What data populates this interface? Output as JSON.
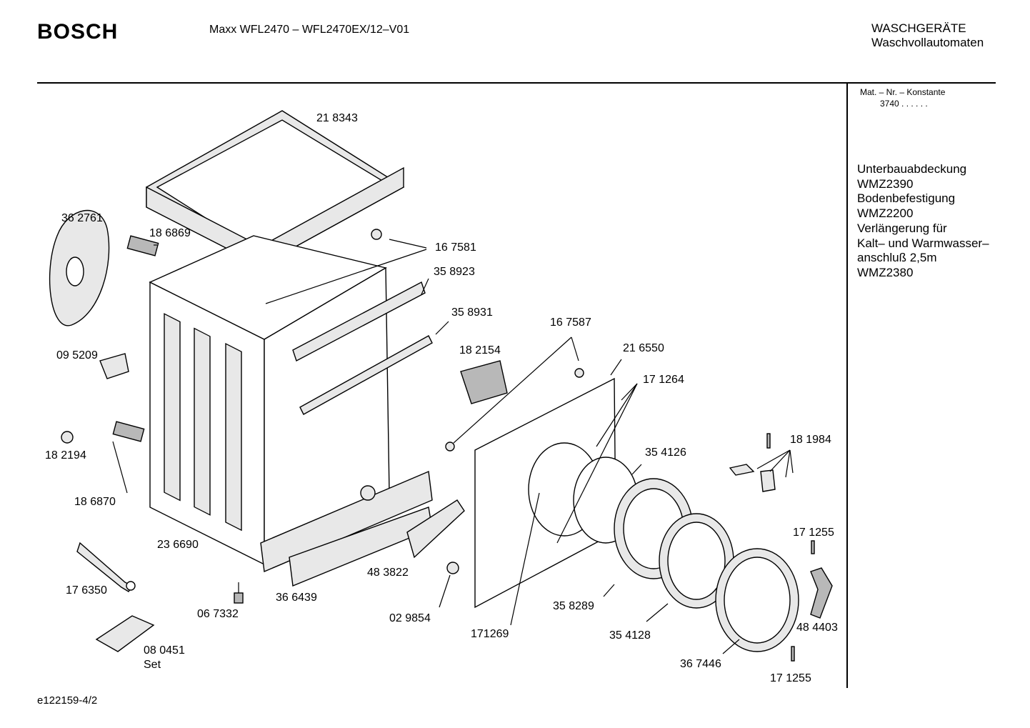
{
  "header": {
    "brand": "BOSCH",
    "model": "Maxx WFL2470 – WFL2470EX/12–V01",
    "category_line1": "WASCHGERÄTE",
    "category_line2": "Waschvollautomaten"
  },
  "sidebar": {
    "mat_label": "Mat. – Nr. – Konstante",
    "mat_value": "3740  .  .    .  .  .  .",
    "accessories": [
      "Unterbauabdeckung",
      "WMZ2390",
      "Bodenbefestigung",
      "WMZ2200",
      "Verlängerung für",
      "Kalt– und Warmwasser–",
      "anschluß 2,5m",
      "WMZ2380"
    ]
  },
  "parts": {
    "p218343": "21 8343",
    "p362761": "36 2761",
    "p186869": "18 6869",
    "p167581": "16 7581",
    "p358923": "35 8923",
    "p358931": "35 8931",
    "p095209": "09 5209",
    "p182194": "18 2194",
    "p186870": "18 6870",
    "p236690": "23 6690",
    "p176350": "17 6350",
    "p067332": "06 7332",
    "p366439": "36 6439",
    "p483822": "48 3822",
    "p029854": "02 9854",
    "p080451": "08 0451",
    "p080451_set": "Set",
    "p167587": "16 7587",
    "p182154": "18 2154",
    "p216550": "21 6550",
    "p171264": "17 1264",
    "p354126": "35 4126",
    "p181984": "18 1984",
    "p171255a": "17 1255",
    "p171255b": "17 1255",
    "p358289": "35 8289",
    "p354128": "35 4128",
    "p171269": "171269",
    "p367446": "36 7446",
    "p484403": "48 4403"
  },
  "footer": {
    "code": "e122159-4/2"
  }
}
